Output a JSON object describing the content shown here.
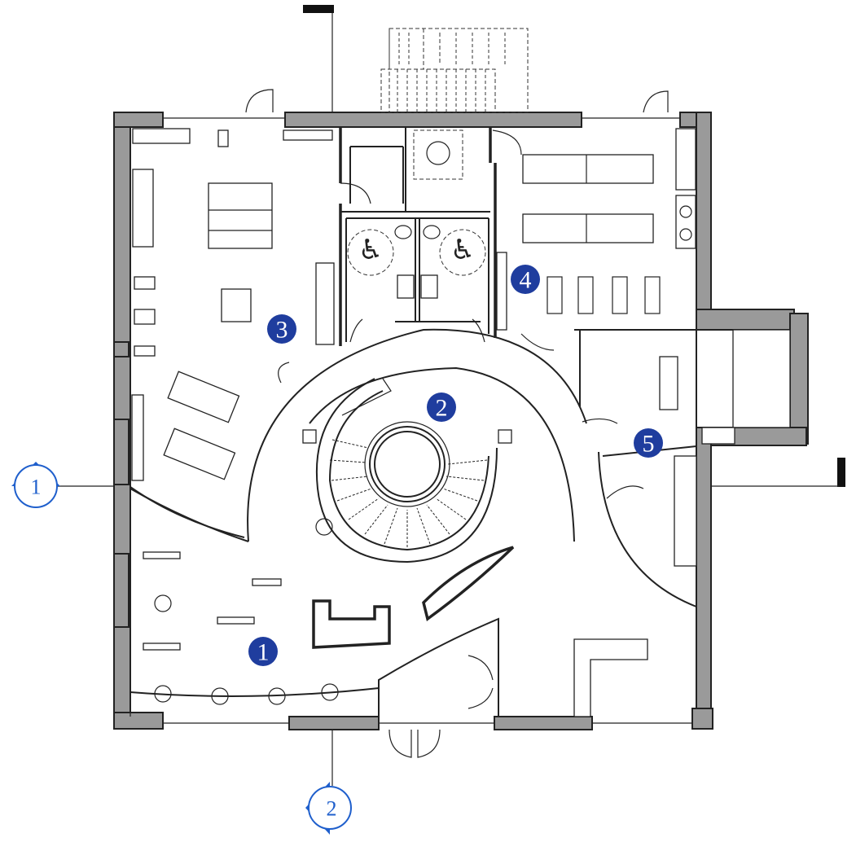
{
  "zones": [
    {
      "id": "zone-1",
      "label": "1"
    },
    {
      "id": "zone-2",
      "label": "2"
    },
    {
      "id": "zone-3",
      "label": "3"
    },
    {
      "id": "zone-4",
      "label": "4"
    },
    {
      "id": "zone-5",
      "label": "5"
    }
  ],
  "section_markers": [
    {
      "id": "section-marker-1",
      "label": "1"
    },
    {
      "id": "section-marker-2",
      "label": "2"
    }
  ],
  "colors": {
    "zone_marker": "#1f3d9e",
    "section_marker": "#1f5fcc",
    "wall_fill": "#9a9a9a"
  }
}
